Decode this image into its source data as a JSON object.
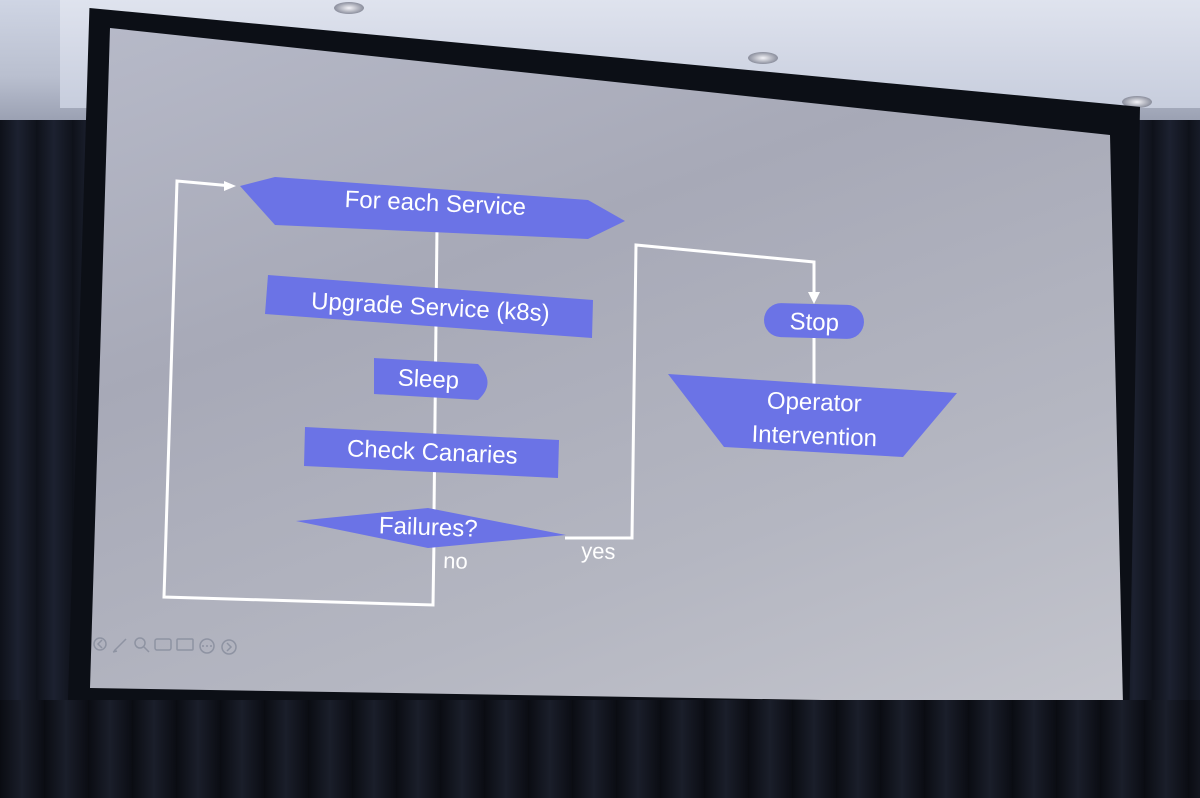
{
  "flowchart": {
    "loop": "For each Service",
    "upgrade": "Upgrade Service (k8s)",
    "sleep": "Sleep",
    "check": "Check Canaries",
    "decision": "Failures?",
    "no_label": "no",
    "yes_label": "yes",
    "stop": "Stop",
    "operator_line1": "Operator",
    "operator_line2": "Intervention"
  },
  "presenter_toolbar": {
    "icons": [
      "back-icon",
      "pen-icon",
      "zoom-icon",
      "subtitle-icon",
      "screen-icon",
      "more-icon",
      "forward-icon"
    ]
  },
  "colors": {
    "shape_fill": "#6b73e6",
    "connector": "#ffffff",
    "slide_background": "#b0b3c0"
  }
}
